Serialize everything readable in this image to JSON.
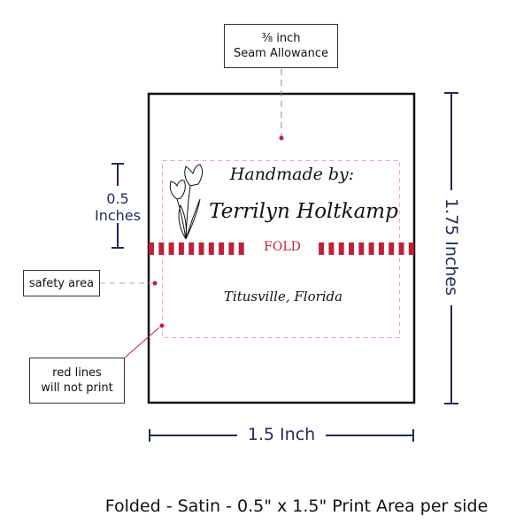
{
  "seam_label": {
    "line1": "⅜ inch",
    "line2": "Seam Allowance"
  },
  "safety_label": "safety area",
  "red_lines_label": {
    "line1": "red lines",
    "line2": "will not print"
  },
  "left_dimension": {
    "line1": "0.5",
    "line2": "Inches"
  },
  "right_dimension": "1.75 Inches",
  "bottom_dimension": "1.5 Inch",
  "fold_label": "FOLD",
  "label_text": {
    "line1": "Handmade by:",
    "line2": "Terrilyn Holtkamp",
    "line3": "Titusville, Florida"
  },
  "caption": "Folded - Satin - 0.5\" x 1.5\" Print Area per side",
  "colors": {
    "navy": "#1f2a5c",
    "red": "#c0203a",
    "safety": "#f4a6b4"
  }
}
